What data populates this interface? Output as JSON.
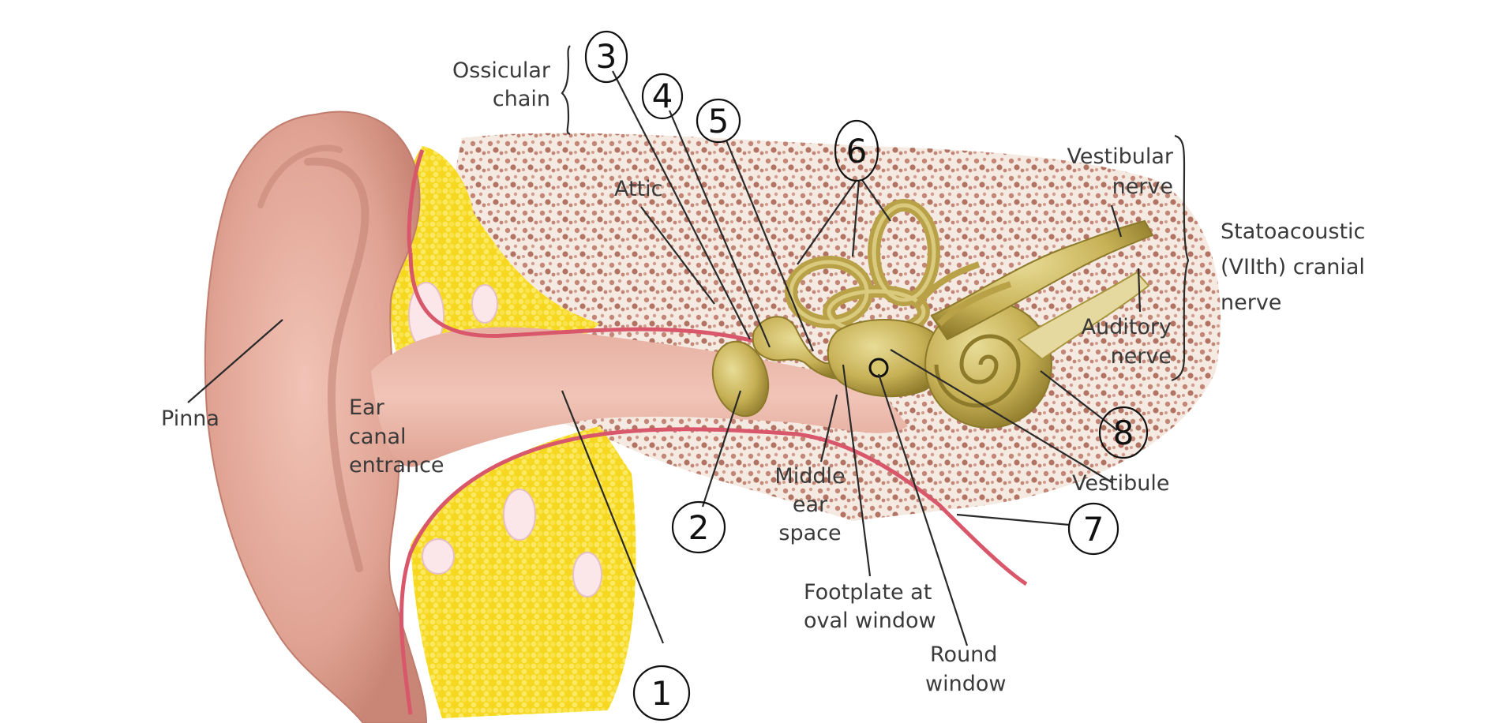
{
  "labels": {
    "ossicular_1": "Ossicular",
    "ossicular_2": "chain",
    "attic": "Attic",
    "vestibular_1": "Vestibular",
    "vestibular_2": "nerve",
    "statoacoustic_1": "Statoacoustic",
    "statoacoustic_2": "(VIIth) cranial",
    "statoacoustic_3": "nerve",
    "auditory_1": "Auditory",
    "auditory_2": "nerve",
    "pinna": "Pinna",
    "ear_canal_1": "Ear",
    "ear_canal_2": "canal",
    "ear_canal_3": "entrance",
    "middle_ear_1": "Middle",
    "middle_ear_2": "ear",
    "middle_ear_3": "space",
    "vestibule": "Vestibule",
    "footplate_1": "Footplate at",
    "footplate_2": "oval window",
    "round_1": "Round",
    "round_2": "window"
  },
  "numbers": {
    "n1": "1",
    "n2": "2",
    "n3": "3",
    "n4": "4",
    "n5": "5",
    "n6": "6",
    "n7": "7",
    "n8": "8"
  },
  "colors": {
    "skin": "#e9b2a4",
    "skin_dark": "#c98b7c",
    "canal_line": "#d9576b",
    "fat": "#f4dc2e",
    "bone": "#f0e2d7",
    "bone_dot": "#a85a46",
    "ossicle": "#c8b45a",
    "ossicle_dark": "#8e7c2c"
  }
}
